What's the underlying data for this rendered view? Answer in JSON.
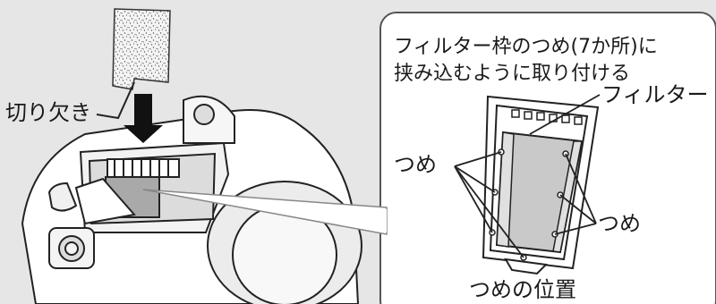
{
  "callout": {
    "title_line1": "フィルター枠のつめ(7か所)に",
    "title_line2": "挟み込むように取り付ける",
    "caption": "つめの位置"
  },
  "labels": {
    "notch": "切り欠き",
    "filter": "フィルター",
    "claw_left": "つめ",
    "claw_right": "つめ"
  },
  "claw_count": 7
}
